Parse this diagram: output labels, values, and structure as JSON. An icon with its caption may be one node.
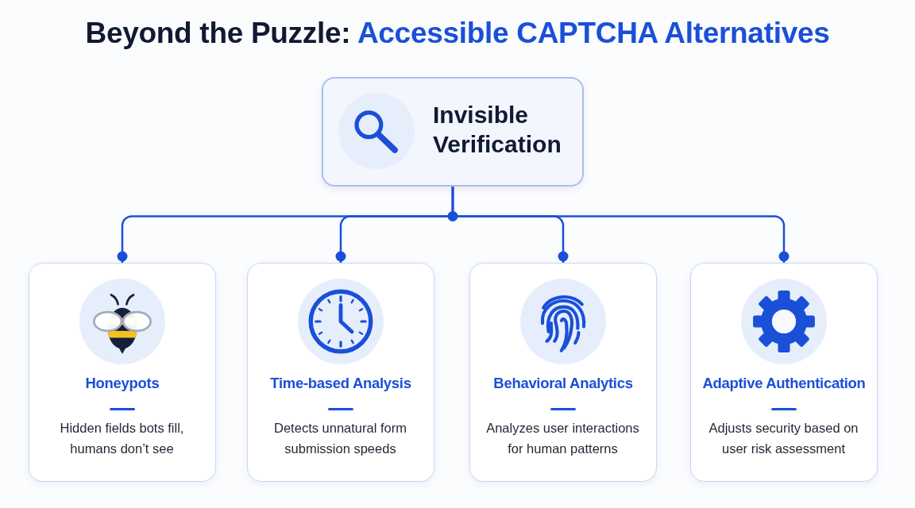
{
  "diagram": {
    "title": "Beyond the Puzzle: Accessible CAPTCHA Alternatives",
    "nodes": [
      {
        "text": [
          "Invisible Verification"
        ]
      },
      {
        "text": [
          "Honeypots",
          "Hidden fields bots fill, humans don’t see"
        ]
      },
      {
        "text": [
          "Time-based Analysis",
          "Detects unnatural form submission speeds"
        ]
      },
      {
        "text": [
          "Behavioral Analytics",
          "Analyzes user interactions for human patterns"
        ]
      },
      {
        "text": [
          "Adaptive Authentication",
          "Adjusts security based on user risk assessment"
        ]
      }
    ],
    "edges": [
      {
        "from": 0,
        "to": 1,
        "arrow": "other"
      },
      {
        "from": 0,
        "to": 2,
        "arrow": "other"
      },
      {
        "from": 0,
        "to": 3,
        "arrow": "other"
      },
      {
        "from": 0,
        "to": 4,
        "arrow": "other"
      }
    ]
  }
}
